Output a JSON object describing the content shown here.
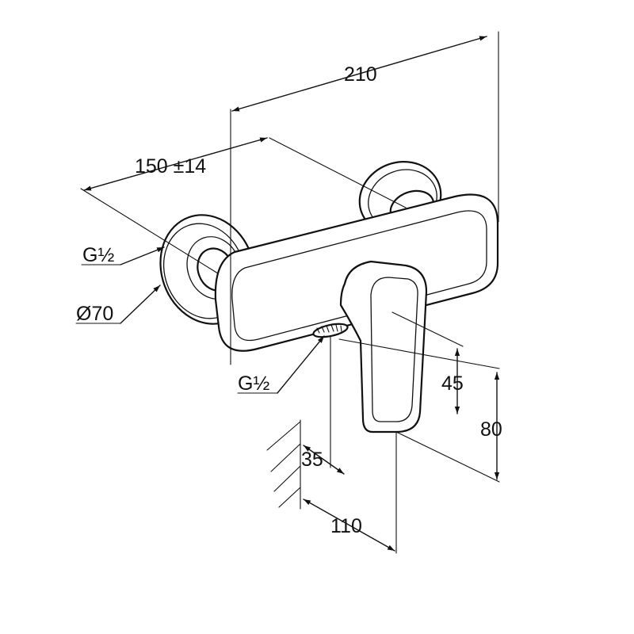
{
  "dimensions": {
    "overall_width": "210",
    "centre_distance": "150 ±14",
    "inlet_thread": "G½",
    "rosette_diameter": "Ø70",
    "outlet_thread": "G½",
    "handle_height": "45",
    "overall_height": "80",
    "outlet_offset": "35",
    "projection": "110"
  },
  "colors": {
    "line": "#111111",
    "background": "#ffffff"
  }
}
